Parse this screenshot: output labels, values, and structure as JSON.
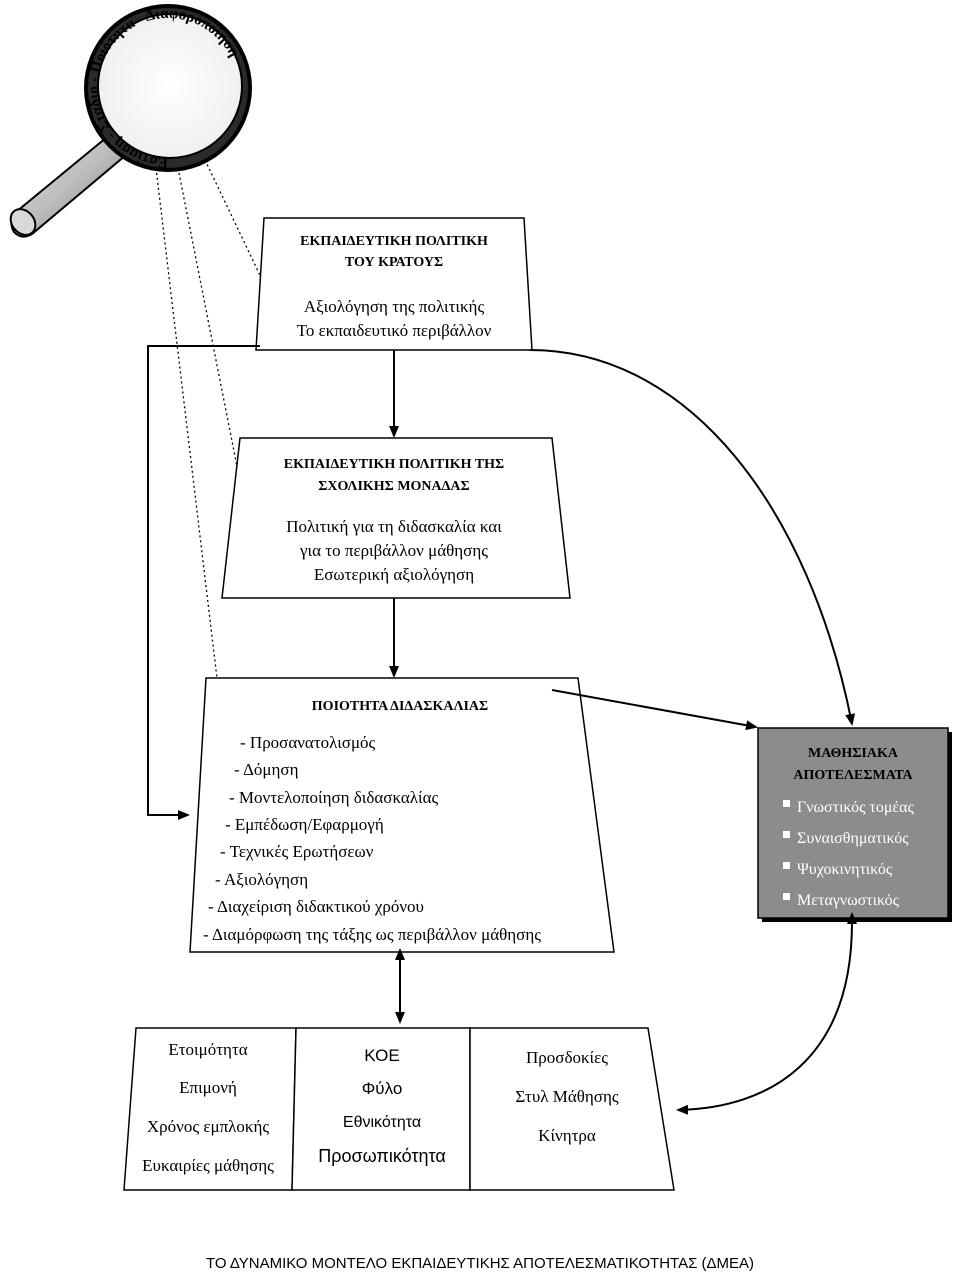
{
  "magnifier": {
    "lens_text": "Εστίαση - Σταδιο - Ποιότητα - Διαφοροποίηση"
  },
  "state_policy": {
    "title_line1": "ΕΚΠΑΙΔΕΥΤΙΚΗ ΠΟΛΙΤΙΚΗ",
    "title_line2": "ΤΟΥ ΚΡΑΤΟΥΣ",
    "line1": "Αξιολόγηση της πολιτικής",
    "line2": "Το εκπαιδευτικό περιβάλλον"
  },
  "school_policy": {
    "title_line1": "ΕΚΠΑΙΔΕΥΤΙΚΗ ΠΟΛΙΤΙΚΗ ΤΗΣ",
    "title_line2": "ΣΧΟΛΙΚΗΣ ΜΟΝΑΔΑΣ",
    "line1": "Πολιτική για τη διδασκαλία και",
    "line2": "για το περιβάλλον μάθησης",
    "line3": "Εσωτερική αξιολόγηση"
  },
  "teaching_quality": {
    "title": "ΠΟΙΟΤΗΤΑ ΔΙΔΑΣΚΑΛΙΑΣ",
    "items": [
      "- Προσανατολισμός",
      "- Δόμηση",
      "- Μοντελοποίηση διδασκαλίας",
      "- Εμπέδωση/Εφαρμογή",
      "- Τεχνικές Ερωτήσεων",
      "- Αξιολόγηση",
      "- Διαχείριση διδακτικού χρόνου",
      "- Διαμόρφωση της τάξης ως περιβάλλον μάθησης"
    ]
  },
  "learning_outcomes": {
    "title_line1": "ΜΑΘΗΣΙΑΚΑ",
    "title_line2": "ΑΠΟΤΕΛΕΣΜΑΤΑ",
    "items": [
      "Γνωστικός τομέας",
      "Συναισθηματικός",
      "Ψυχοκινητικός",
      "Μεταγνωστικός"
    ],
    "fill": "#8c8c8c"
  },
  "student_factors": {
    "col1": [
      "Ετοιμότητα",
      "Επιμονή",
      "Χρόνος εμπλοκής",
      "Ευκαιρίες μάθησης"
    ],
    "col2": [
      "ΚΟΕ",
      "Φύλο",
      "Εθνικότητα",
      "Προσωπικότητα"
    ],
    "col3": [
      "Προσδοκίες",
      "Στυλ Μάθησης",
      "Κίνητρα"
    ]
  },
  "caption": "ΤΟ ΔΥΝΑΜΙΚΟ ΜΟΝΤΕΛΟ ΕΚΠΑΙΔΕΥΤΙΚΗΣ ΑΠΟΤΕΛΕΣΜΑΤΙΚΟΤΗΤΑΣ (ΔΜΕΑ)"
}
